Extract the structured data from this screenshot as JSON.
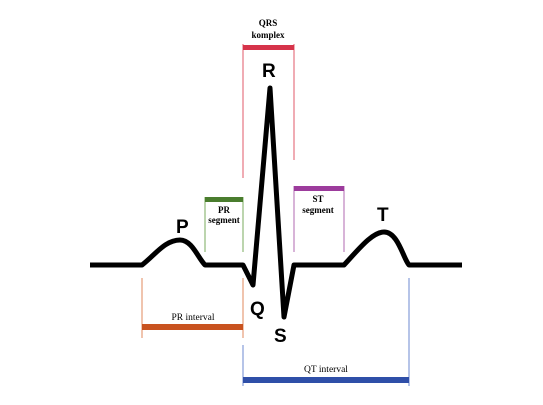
{
  "waves": {
    "p": "P",
    "q": "Q",
    "r": "R",
    "s": "S",
    "t": "T"
  },
  "segments": {
    "qrs_line1": "QRS",
    "qrs_line2": "komplex",
    "pr_line1": "PR",
    "pr_line2": "segment",
    "st_line1": "ST",
    "st_line2": "segment"
  },
  "intervals": {
    "pr": "PR interval",
    "qt": "QT interval"
  },
  "colors": {
    "trace": "#000000",
    "qrs": "#d6334a",
    "pr_segment": "#4a7d2e",
    "st_segment": "#9c3b9c",
    "pr_interval": "#c9531f",
    "qt_interval": "#2f4fa8",
    "guide_qrs": "#e05a6a",
    "guide_pr": "#7aab5e",
    "guide_st": "#b06ab0",
    "guide_pri": "#e08a5c",
    "guide_qt": "#6c8ad0"
  }
}
